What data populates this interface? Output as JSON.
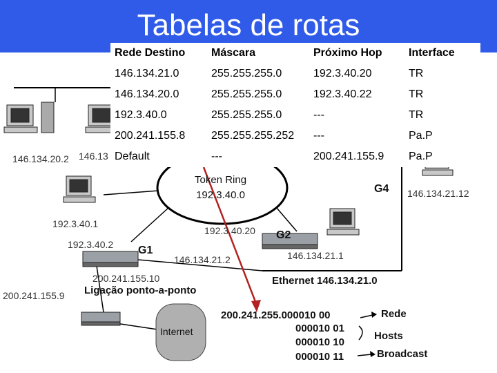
{
  "title": "Tabelas de rotas",
  "table": {
    "headers": [
      "Rede Destino",
      "Máscara",
      "Próximo Hop",
      "Interface"
    ],
    "rows": [
      [
        "146.134.21.0",
        "255.255.255.0",
        "192.3.40.20",
        "TR"
      ],
      [
        "146.134.20.0",
        "255.255.255.0",
        "192.3.40.22",
        "TR"
      ],
      [
        "192.3.40.0",
        "255.255.255.0",
        "---",
        "TR"
      ],
      [
        "200.241.155.8",
        "255.255.255.252",
        "---",
        "Pa.P"
      ],
      [
        "Default",
        "---",
        "200.241.155.9",
        "Pa.P"
      ]
    ]
  },
  "labels": {
    "host_left": "146.134.20.2",
    "host_left_partial": "146.13",
    "token_ring_name": "Token Ring",
    "token_ring_net": "192.3.40.0",
    "g4": "G4",
    "g4_ip": "146.134.21.12",
    "tr_host1": "192.3.40.1",
    "tr_host2": "192.3.40.2",
    "g1": "G1",
    "g2": "G2",
    "g2_tr_ip": "192.3.40.20",
    "g2_eth_ip": "146.134.21.1",
    "g1_eth_ip": "146.134.21.2",
    "g1_p2p_ip": "200.241.155.10",
    "isp_ip": "200.241.155.9",
    "p2p_link": "Ligação ponto-a-ponto",
    "ethernet": "Ethernet 146.134.21.0",
    "internet": "Internet"
  },
  "binary": {
    "prefix": "200.241.255.",
    "rows": [
      "000010 00",
      "000010 01",
      "000010 10",
      "000010 11"
    ],
    "legend": [
      "Rede",
      "Hosts",
      "Broadcast"
    ]
  },
  "colors": {
    "title_band": "#2f5be8",
    "arrow": "#b22222"
  }
}
